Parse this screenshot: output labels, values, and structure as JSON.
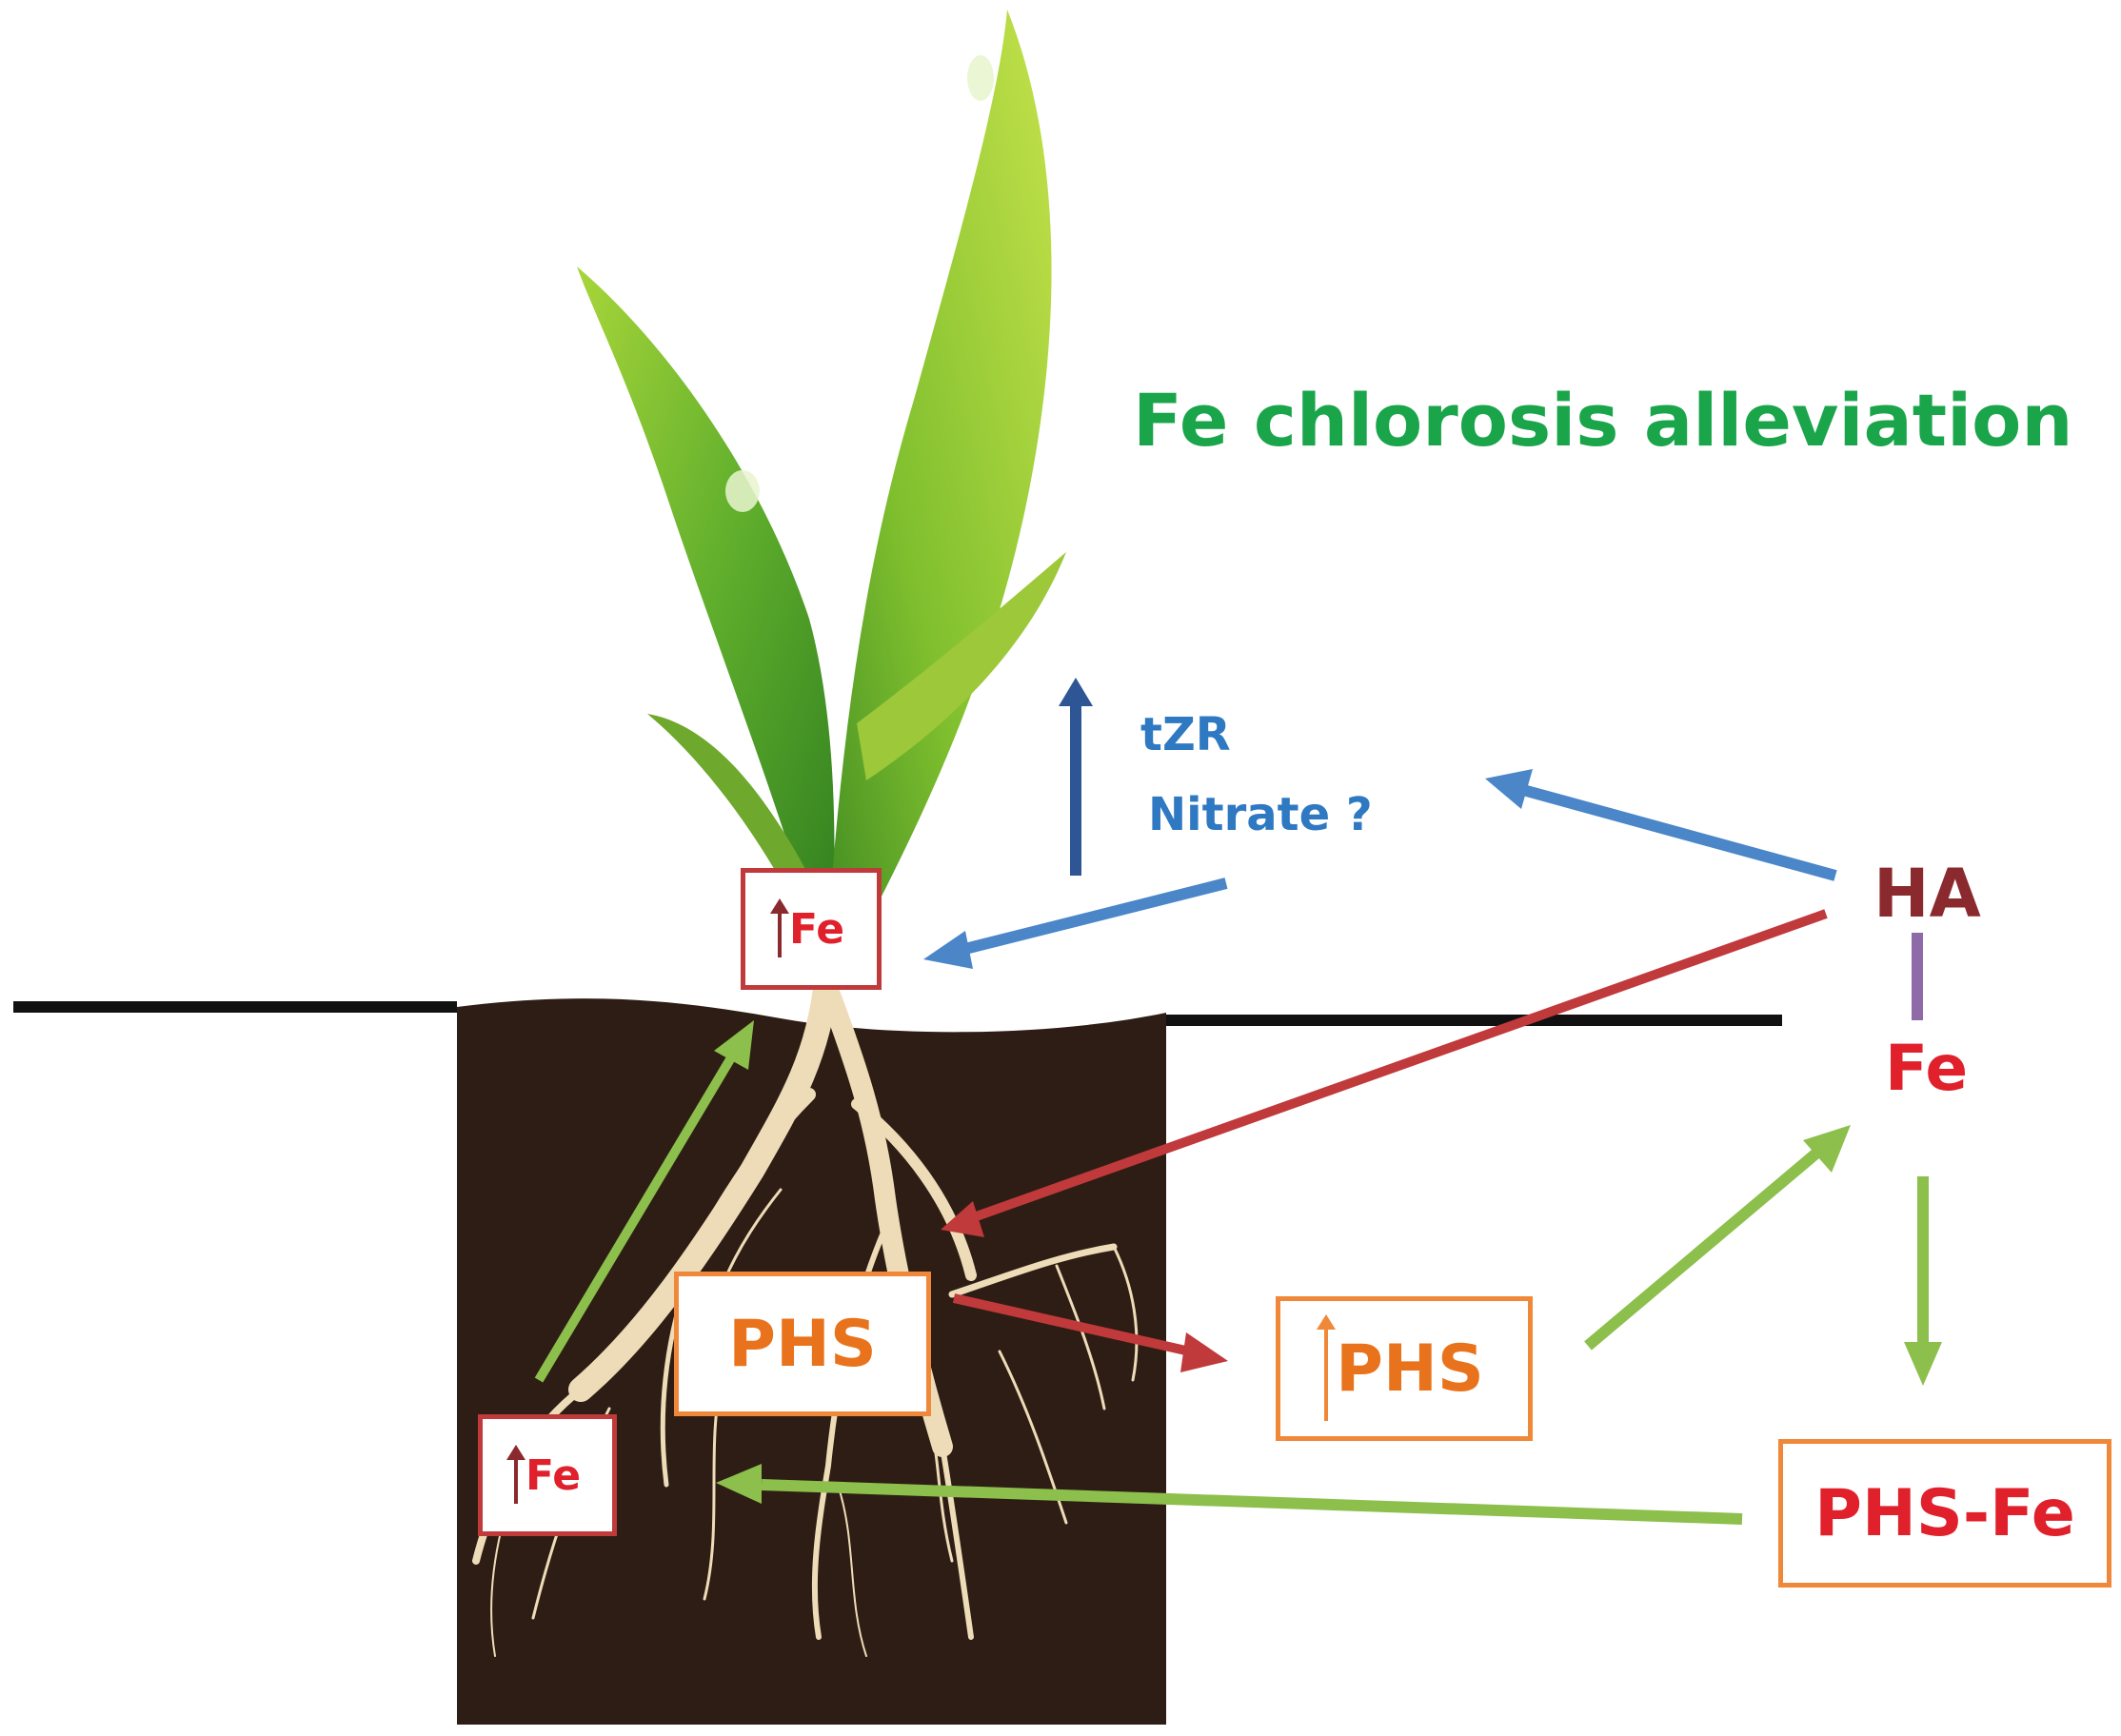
{
  "labels": {
    "effect": "Fe chlorosis alleviation",
    "tzr": "tZR",
    "nitrate": "Nitrate ?",
    "ha": "HA",
    "fe_right": "Fe",
    "shoot_fe": "Fe",
    "root_fe": "Fe",
    "phs_root": "PHS",
    "phs_up": "PHS",
    "phs_fe": "PHS-Fe"
  },
  "colors": {
    "effect_green": "#1aa54b",
    "blue_text": "#2f79c2",
    "dark_blue_arrow": "#2e5694",
    "blue_arrow": "#4a86c8",
    "red": "#e0202a",
    "ha_color": "#8b2a2e",
    "dark_red_arrow": "#c0393b",
    "green_arrow": "#8cbf4c",
    "orange": "#e8731c",
    "orange_border": "#f0883a",
    "purple_bond": "#8e6aa8",
    "soil": "#2e1d14"
  },
  "icons": {
    "plant": "plant-icon",
    "soil": "soil-block",
    "up_arrow": "up-arrow-icon"
  }
}
